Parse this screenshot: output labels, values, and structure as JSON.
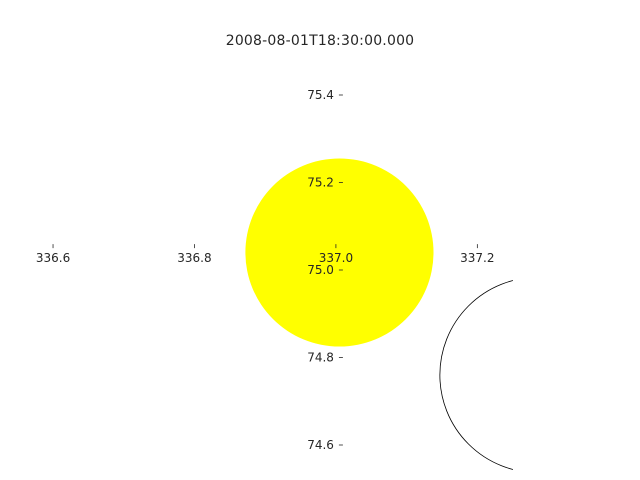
{
  "title": "2008-08-01T18:30:00.000",
  "colors": {
    "background": "#ffffff",
    "sun_fill": "#ffff00",
    "moon_stroke": "#000000",
    "tick_text": "#262626"
  },
  "chart_data": {
    "type": "scatter",
    "title": "2008-08-01T18:30:00.000",
    "xlabel": "",
    "ylabel": "",
    "axes_style": "centered",
    "grid": false,
    "x_ticks": [
      "336.6",
      "336.8",
      "337.0",
      "337.2"
    ],
    "y_ticks": [
      "75.4",
      "75.2",
      "75.0",
      "74.8",
      "74.6"
    ],
    "x_tick_values": [
      336.6,
      336.8,
      337.0,
      337.2
    ],
    "y_tick_values": [
      75.4,
      75.2,
      75.0,
      74.8,
      74.6
    ],
    "xlim": [
      336.525,
      337.43
    ],
    "ylim": [
      74.52,
      75.48
    ],
    "series": [
      {
        "shape": "circle",
        "fill": "#ffff00",
        "center": [
          337.005,
          75.04
        ],
        "radius": 0.133
      },
      {
        "shape": "circle",
        "fill": "none",
        "stroke": "#000000",
        "center": [
          337.285,
          74.76
        ],
        "radius": 0.138
      }
    ]
  }
}
